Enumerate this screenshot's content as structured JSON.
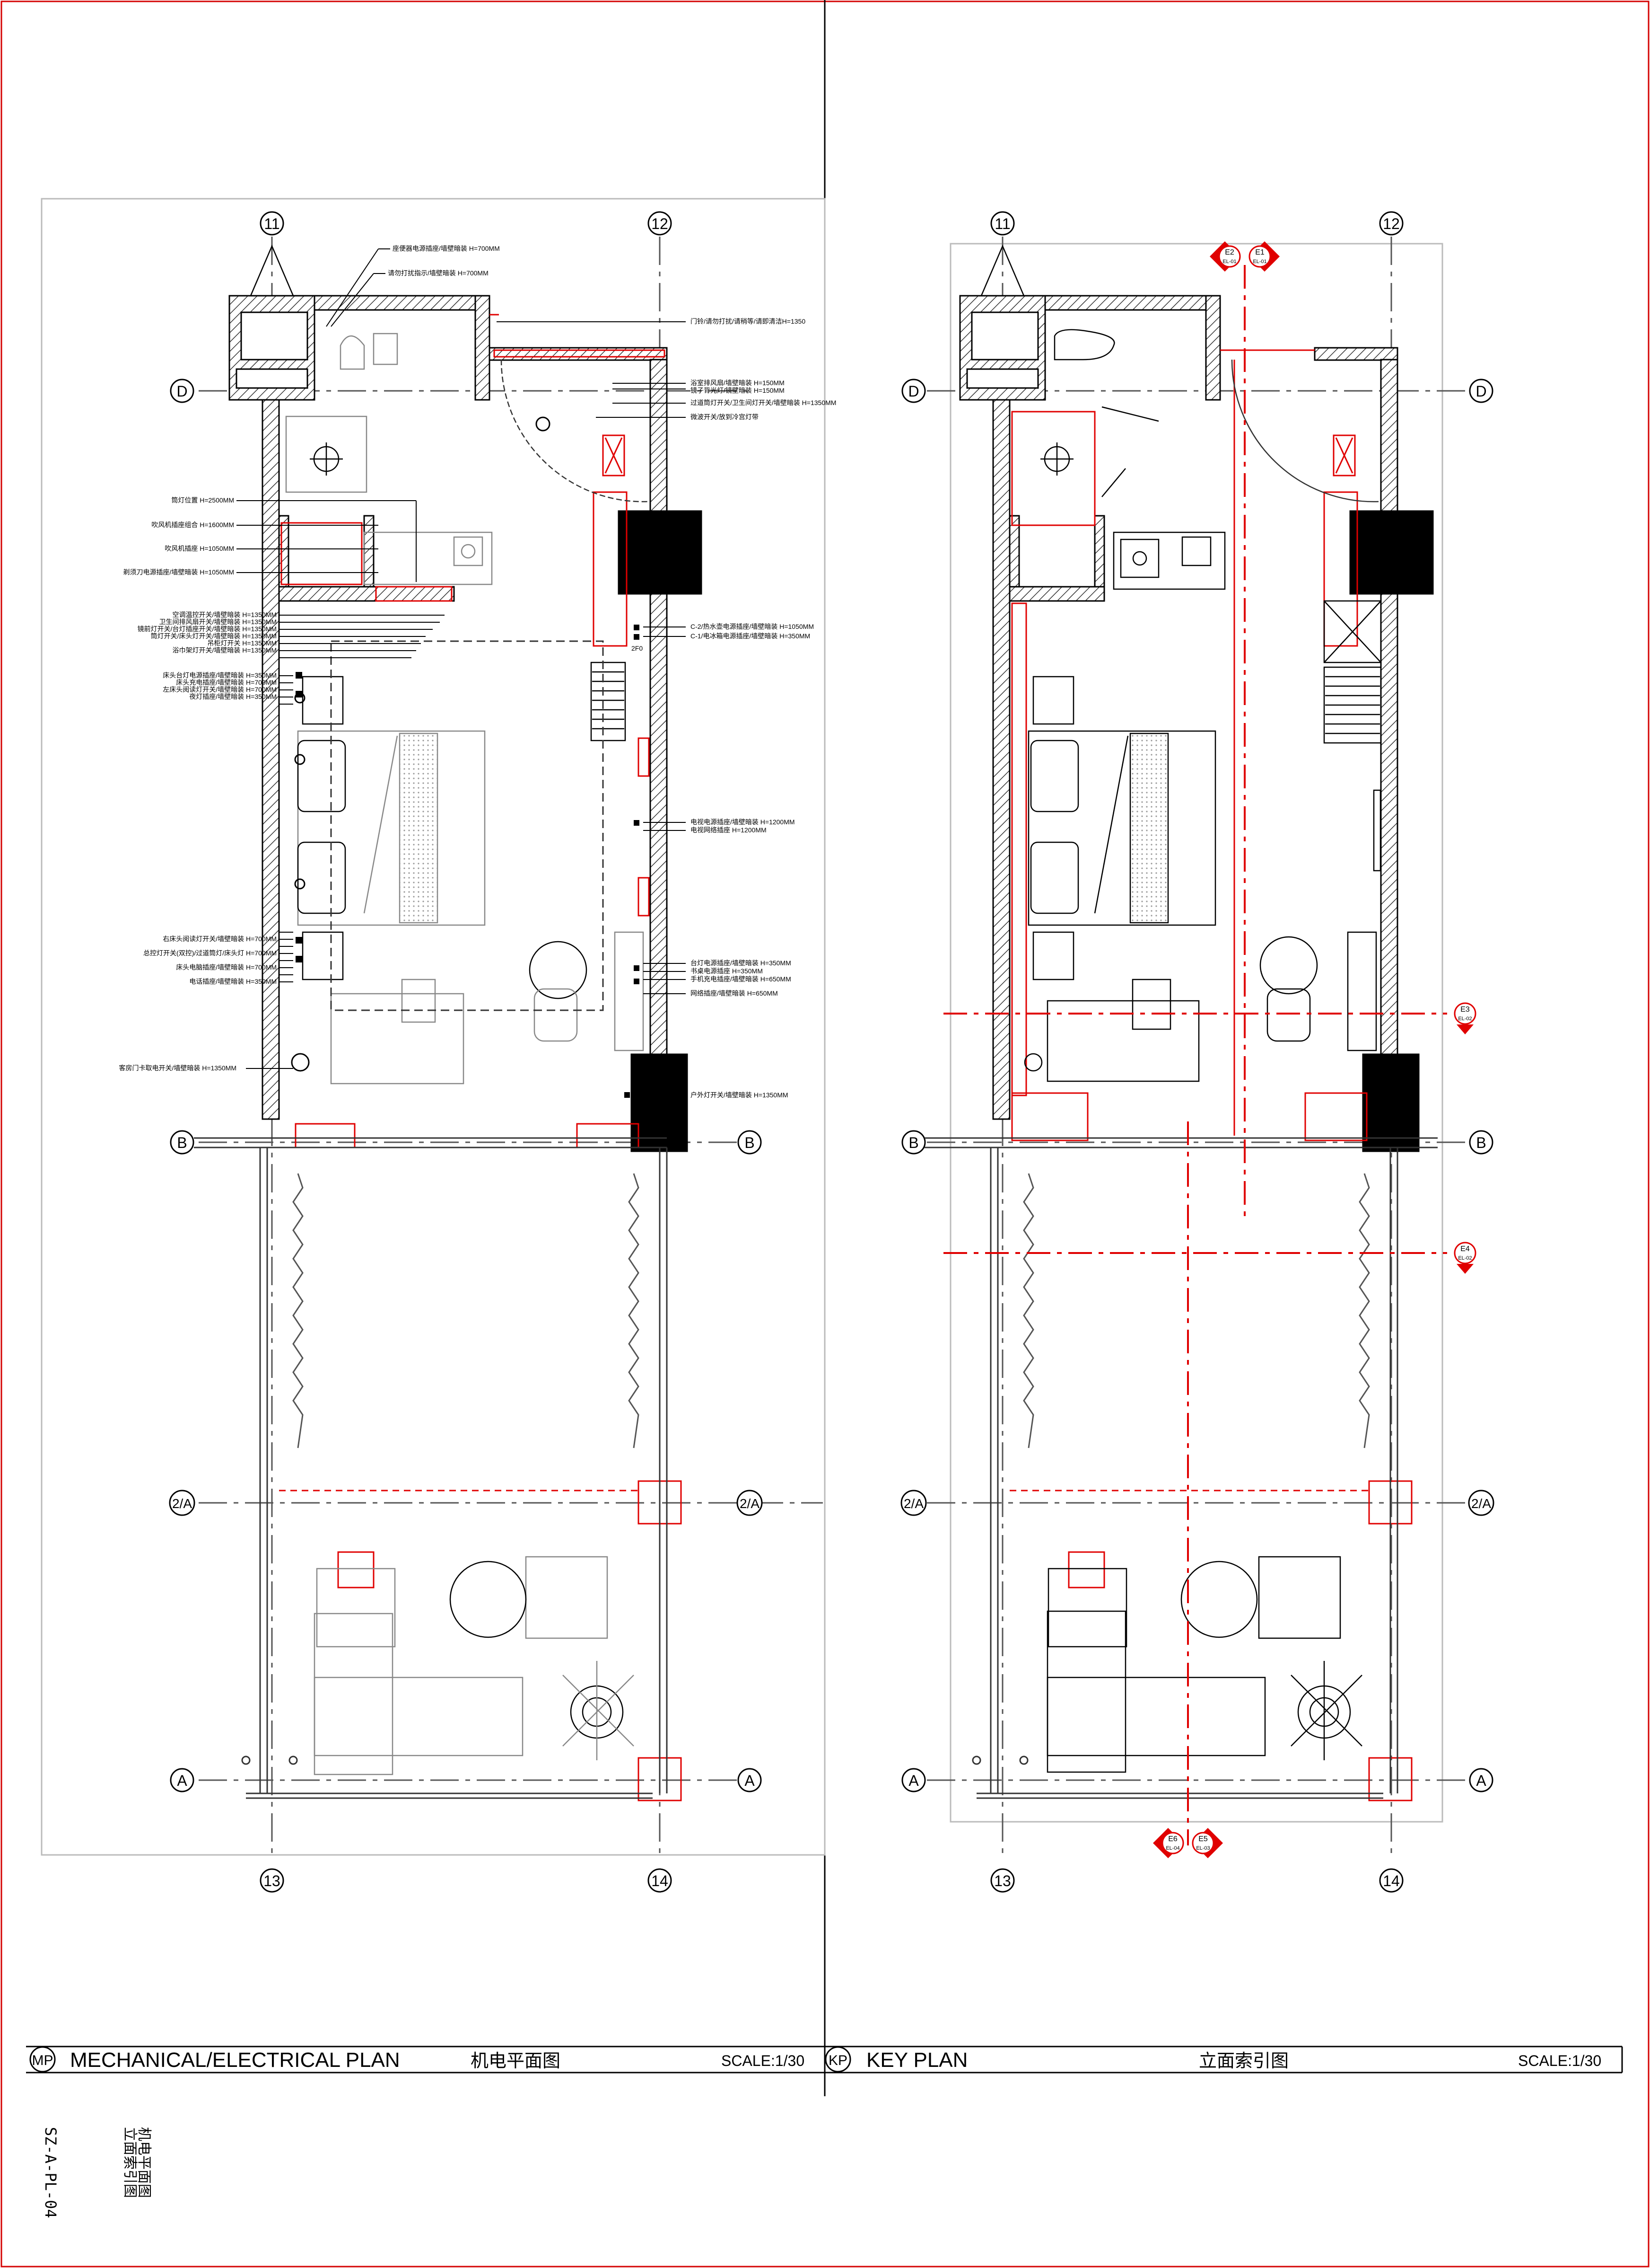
{
  "grids": {
    "g11": "11",
    "g12": "12",
    "g13": "13",
    "g14": "14",
    "gD": "D",
    "gB": "B",
    "g2A": "2/A",
    "gA": "A"
  },
  "titles": {
    "left": {
      "tag": "MP",
      "en": "MECHANICAL/ELECTRICAL PLAN",
      "cn": "机电平面图",
      "scale": "SCALE:1/30"
    },
    "right": {
      "tag": "KP",
      "en": "KEY PLAN",
      "cn": "立面索引图",
      "scale": "SCALE:1/30"
    }
  },
  "sheet": {
    "code": "SZ-A-PL-04",
    "name1": "机电平面图",
    "name2": "立面索引图"
  },
  "elev": {
    "e1": "E1",
    "e2": "E2",
    "e3": "E3",
    "e4": "E4",
    "e5": "E5",
    "e6": "E6",
    "ref1": "EL-01",
    "ref2": "EL-02",
    "ref4": "EL-04",
    "ref3": "EL-03"
  },
  "notes": {
    "n01": "座便器电源插座/墙壁暗装 H=700MM",
    "n02": "请勿打扰指示/墙壁暗装 H=700MM",
    "n03": "门铃/请勿打扰/请稍等/请即清洁H=1350",
    "n04": "浴室排风扇/墙壁暗装 H=150MM",
    "n05": "镜子背光灯/镜壁暗装 H=150MM",
    "n06": "过道筒灯开关/卫生间灯开关/墙壁暗装 H=1350MM",
    "n07": "微波开关/放到冷宫灯带",
    "n08": "筒灯位置 H=2500MM",
    "n09": "吹风机插座组合 H=1600MM",
    "n10": "吹风机插座 H=1050MM",
    "n11": "剃须刀电源插座/墙壁暗装 H=1050MM",
    "n12": "空调温控开关/墙壁暗装 H=1350MM",
    "n13": "卫生间排风扇开关/墙壁暗装 H=1350MM",
    "n14": "镜前灯开关/台灯插座开关/墙壁暗装 H=1350MM",
    "n15": "筒灯开关/床头灯开关/墙壁暗装 H=1350MM",
    "n16": "吊柜灯开关 H=1350MM",
    "n17": "浴巾架灯开关/墙壁暗装 H=1350MM",
    "n18": "床头台灯电源插座/墙壁暗装 H=350MM",
    "n19": "床头充电插座/墙壁暗装 H=700MM",
    "n20": "左床头阅读灯开关/墙壁暗装 H=700MM",
    "n21": "夜灯插座/墙壁暗装 H=350MM",
    "n22": "C-2/热水壶电源插座/墙壁暗装 H=1050MM",
    "n23": "C-1/电冰箱电源插座/墙壁暗装 H=350MM",
    "n24": "电视电源插座/墙壁暗装 H=1200MM",
    "n25": "电视网络插座 H=1200MM",
    "n26": "台灯电源插座/墙壁暗装 H=350MM",
    "n27": "书桌电源插座 H=350MM",
    "n28": "手机充电插座/墙壁暗装 H=650MM",
    "n29": "网络插座/墙壁暗装 H=650MM",
    "n30": "客房门卡取电开关/墙壁暗装 H=1350MM",
    "n31": "户外灯开关/墙壁暗装 H=1350MM",
    "n32": "右床头阅读灯开关/墙壁暗装 H=700MM",
    "n33": "总控灯开关(双控)/过道筒灯/床头灯 H=700MM",
    "n34": "床头电脑插座/墙壁暗装 H=700MM",
    "n35": "电话插座/墙壁暗装 H=350MM",
    "n36": "2F0"
  }
}
